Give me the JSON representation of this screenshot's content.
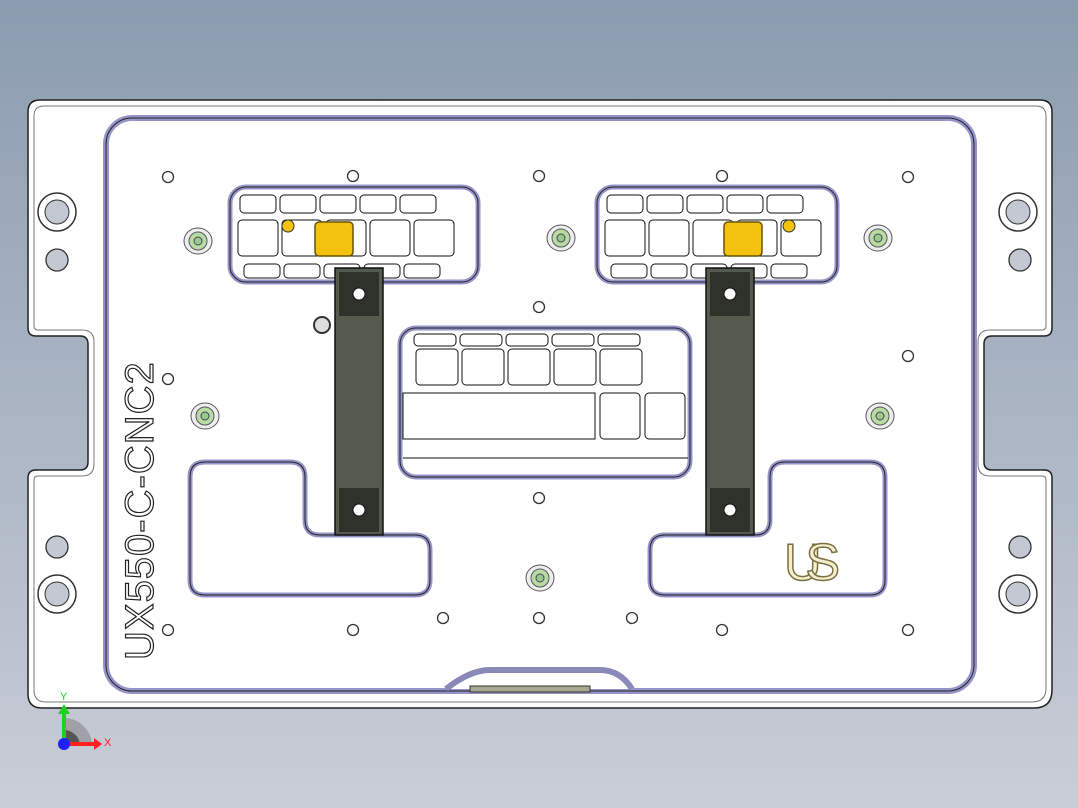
{
  "viewport": {
    "background_top": "#8b9cb0",
    "background_bottom": "#c9cdd7"
  },
  "model": {
    "part_label": "UX550-C-CNC2",
    "logo_text": "US",
    "colors": {
      "plate": "#ffffff",
      "pocket_edge": "#9494c8",
      "handle": "#545a4e",
      "key_highlight": "#f2c20e",
      "pin": "#b8dca0"
    }
  },
  "triad": {
    "x_label": "X",
    "y_label": "Y",
    "x_color": "#ff2020",
    "y_color": "#20d020",
    "z_color": "#2020ff"
  }
}
